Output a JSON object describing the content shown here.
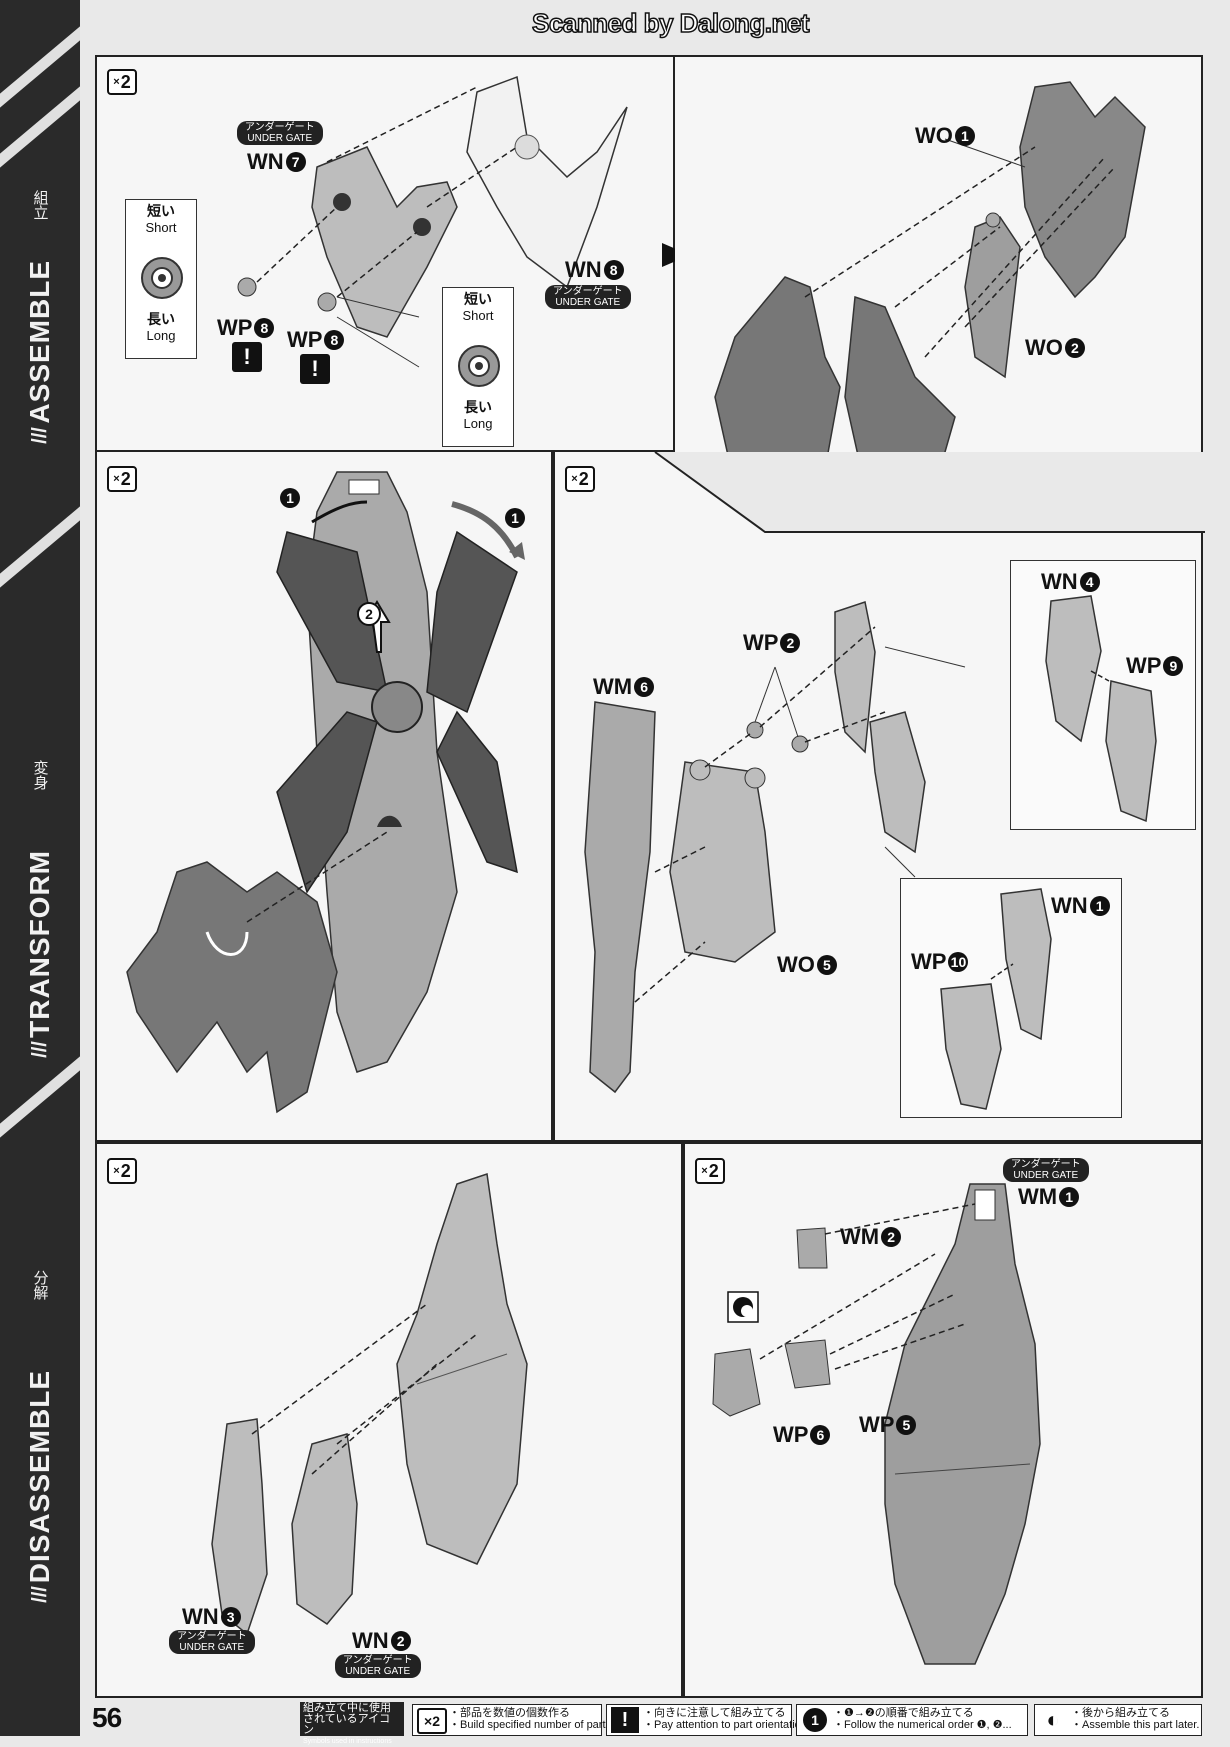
{
  "header": {
    "watermark": "Scanned by Dalong.net"
  },
  "sidebar": {
    "sections": [
      {
        "en": "ASSEMBLE",
        "jp": "組立"
      },
      {
        "en": "TRANSFORM",
        "jp": "変身"
      },
      {
        "en": "DISASSEMBLE",
        "jp": "分解"
      }
    ]
  },
  "common": {
    "x2": "2",
    "x2_prefix": "×",
    "gate_jp": "アンダーゲート",
    "gate_en": "UNDER GATE",
    "short_jp": "短い",
    "short_en": "Short",
    "long_jp": "長い",
    "long_en": "Long",
    "caution": "!"
  },
  "panels": {
    "p1": {
      "labels": [
        {
          "code": "WN",
          "n": "7"
        },
        {
          "code": "WN",
          "n": "8"
        },
        {
          "code": "WP",
          "n": "8"
        },
        {
          "code": "WP",
          "n": "8"
        }
      ]
    },
    "p2": {
      "labels": [
        {
          "code": "WO",
          "n": "1"
        },
        {
          "code": "WO",
          "n": "2"
        }
      ]
    },
    "p3": {
      "steps": [
        "1",
        "2",
        "1"
      ]
    },
    "p4": {
      "labels": [
        {
          "code": "WP",
          "n": "2"
        },
        {
          "code": "WM",
          "n": "6"
        },
        {
          "code": "WO",
          "n": "5"
        },
        {
          "code": "WN",
          "n": "4"
        },
        {
          "code": "WP",
          "n": "9"
        },
        {
          "code": "WN",
          "n": "1"
        },
        {
          "code": "WP",
          "n": "10"
        }
      ]
    },
    "p5": {
      "labels": [
        {
          "code": "WN",
          "n": "3"
        },
        {
          "code": "WN",
          "n": "2"
        }
      ]
    },
    "p6": {
      "labels": [
        {
          "code": "WM",
          "n": "1"
        },
        {
          "code": "WM",
          "n": "2"
        },
        {
          "code": "WP",
          "n": "6"
        },
        {
          "code": "WP",
          "n": "5"
        }
      ]
    }
  },
  "footer": {
    "page_number": "56",
    "legend_title_1": "組み立て中に使用",
    "legend_title_2": "されているアイコン",
    "legend_title_3": "Symbols used in instructions",
    "items": [
      {
        "icon": "×2",
        "jp": "・部品を数値の個数作る",
        "en": "・Build specified number of parts."
      },
      {
        "icon": "!",
        "jp": "・向きに注意して組み立てる",
        "en": "・Pay attention to part orientation"
      },
      {
        "icon": "1",
        "jp": "・❶→❷の順番で組み立てる",
        "en": "・Follow the numerical order ❶, ❷..."
      },
      {
        "icon": "◐",
        "jp": "・後から組み立てる",
        "en": "・Assemble this part later."
      }
    ]
  }
}
